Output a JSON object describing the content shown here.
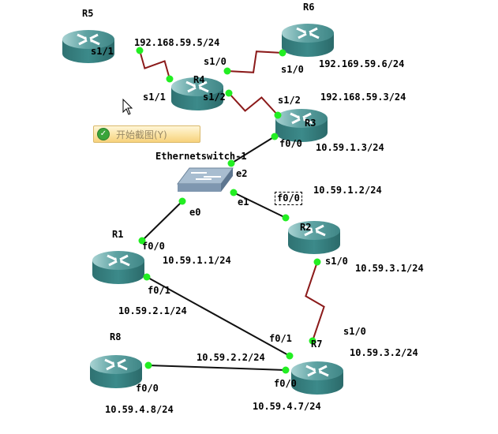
{
  "colors": {
    "serial_link": "#8b1a1a",
    "ethernet_link": "#111111",
    "port_dot": "#22ee22",
    "router_body": "#3d8c8c",
    "router_top": "#6fb2b2",
    "switch_body": "#7f97b0"
  },
  "devices": [
    {
      "id": "R5",
      "label": "R5",
      "type": "router"
    },
    {
      "id": "R6",
      "label": "R6",
      "type": "router"
    },
    {
      "id": "R4",
      "label": "R4",
      "type": "router"
    },
    {
      "id": "R3",
      "label": "R3",
      "type": "router"
    },
    {
      "id": "SW1",
      "label": "Ethernetswitch-1",
      "type": "switch"
    },
    {
      "id": "R2",
      "label": "R2",
      "type": "router"
    },
    {
      "id": "R1",
      "label": "R1",
      "type": "router"
    },
    {
      "id": "R7",
      "label": "R7",
      "type": "router"
    },
    {
      "id": "R8",
      "label": "R8",
      "type": "router"
    }
  ],
  "links": [
    {
      "from": "R5",
      "from_port": "s1/1",
      "to": "R4",
      "to_port": "s1/1",
      "type": "serial"
    },
    {
      "from": "R4",
      "from_port": "s1/0",
      "to": "R6",
      "to_port": "s1/0",
      "type": "serial"
    },
    {
      "from": "R4",
      "from_port": "s1/2",
      "to": "R3",
      "to_port": "s1/2",
      "type": "serial"
    },
    {
      "from": "R3",
      "from_port": "f0/0",
      "to": "SW1",
      "to_port": "e2",
      "type": "ethernet"
    },
    {
      "from": "SW1",
      "from_port": "e1",
      "to": "R2",
      "to_port": "f0/0",
      "type": "ethernet"
    },
    {
      "from": "SW1",
      "from_port": "e0",
      "to": "R1",
      "to_port": "f0/0",
      "type": "ethernet"
    },
    {
      "from": "R1",
      "from_port": "f0/1",
      "to": "R7",
      "to_port": "f0/1",
      "type": "ethernet"
    },
    {
      "from": "R2",
      "from_port": "s1/0",
      "to": "R7",
      "to_port": "s1/0",
      "type": "serial"
    },
    {
      "from": "R8",
      "from_port": "f0/0",
      "to": "R7",
      "to_port": "f0/0",
      "type": "ethernet"
    }
  ],
  "port_labels": {
    "r5_s11": "s1/1",
    "r4_s11": "s1/1",
    "r4_s10": "s1/0",
    "r4_s12": "s1/2",
    "r6_s10": "s1/0",
    "r3_s12": "s1/2",
    "r3_f00": "f0/0",
    "sw_e2": "e2",
    "sw_e1": "e1",
    "sw_e0": "e0",
    "r2_f00": "f0/0",
    "r2_s10": "s1/0",
    "r1_f00": "f0/0",
    "r1_f01": "f0/1",
    "r7_f01": "f0/1",
    "r7_s10": "s1/0",
    "r7_f00": "f0/0",
    "r8_f00": "f0/0"
  },
  "ip_labels": {
    "r5": "192.168.59.5/24",
    "r6": "192.169.59.6/24",
    "r3_serial": "192.168.59.3/24",
    "r3_eth": "10.59.1.3/24",
    "r2_eth": "10.59.1.2/24",
    "r2_serial": "10.59.3.1/24",
    "r1_f00": "10.59.1.1/24",
    "r1_f01": "10.59.2.1/24",
    "r7_f01": "10.59.2.2/24",
    "r7_serial": "10.59.3.2/24",
    "r7_f00": "10.59.4.7/24",
    "r8": "10.59.4.8/24"
  },
  "tooltip": {
    "label": "开始截图(Y)",
    "icon": "check-circle-icon"
  }
}
